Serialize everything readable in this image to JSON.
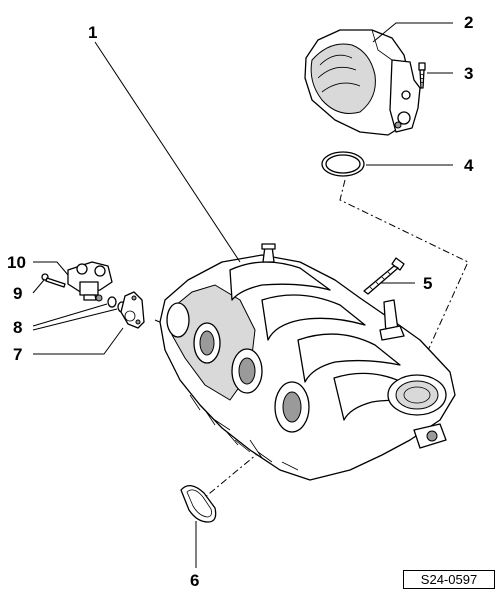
{
  "callouts": [
    {
      "id": "1",
      "label": "1"
    },
    {
      "id": "2",
      "label": "2"
    },
    {
      "id": "3",
      "label": "3"
    },
    {
      "id": "4",
      "label": "4"
    },
    {
      "id": "5",
      "label": "5"
    },
    {
      "id": "6",
      "label": "6"
    },
    {
      "id": "7",
      "label": "7"
    },
    {
      "id": "8",
      "label": "8"
    },
    {
      "id": "9",
      "label": "9"
    },
    {
      "id": "10",
      "label": "10"
    }
  ],
  "reference_code": "S24-0597",
  "colors": {
    "line": "#000000",
    "shade": "#d9d9d9",
    "dark_shade": "#9a9a9a",
    "background": "#ffffff"
  }
}
